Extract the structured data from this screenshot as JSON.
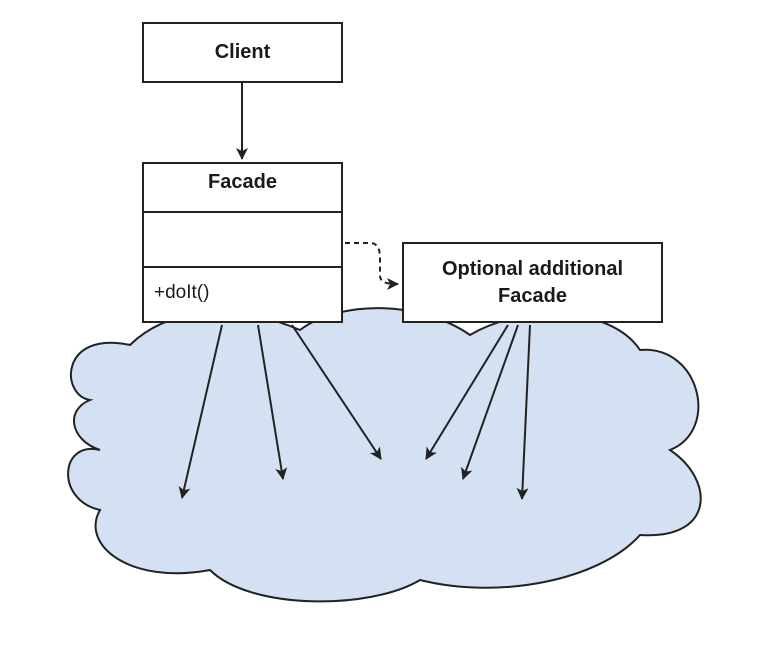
{
  "client": {
    "label": "Client"
  },
  "facade": {
    "label": "Facade",
    "method": "+doIt()"
  },
  "optional_facade": {
    "label": "Optional additional\nFacade"
  },
  "colors": {
    "subsystem_fill": "#d4e1f3",
    "stroke": "#222222",
    "box_fill": "#ffffff"
  }
}
